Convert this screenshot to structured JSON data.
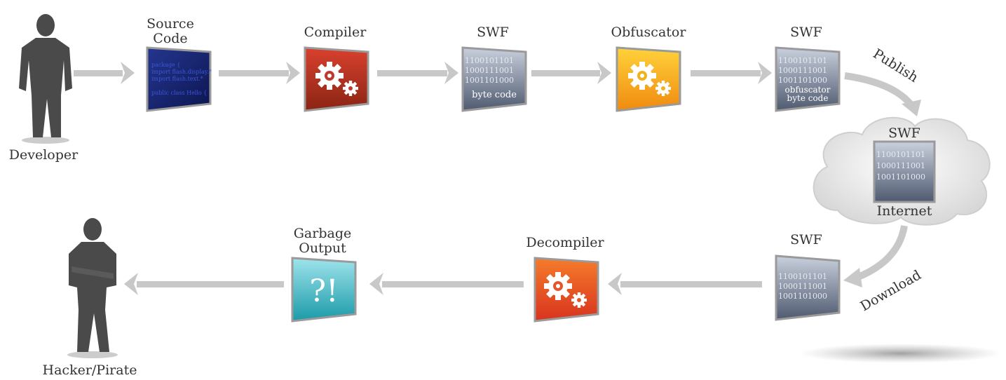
{
  "people": {
    "developer": "Developer",
    "hacker": "Hacker/Pirate"
  },
  "stages": {
    "source_title_line1": "Source",
    "source_title_line2": "Code",
    "source_code_lines": [
      "package {",
      "  import flash.display.*",
      "  import flash.text.*",
      "",
      "  public class Hello {"
    ],
    "compiler_title": "Compiler",
    "swf1_title": "SWF",
    "swf1_bits": [
      "1100101101",
      "1000111001",
      "1001101000"
    ],
    "swf1_caption": "byte code",
    "obfuscator_title": "Obfuscator",
    "swf2_title": "SWF",
    "swf2_bits": [
      "1100101101",
      "1000111001",
      "1001101000"
    ],
    "swf2_caption1": "obfuscator",
    "swf2_caption2": "byte code",
    "cloud_title": "SWF",
    "cloud_bits": [
      "1100101101",
      "1000111001",
      "1001101000"
    ],
    "cloud_caption": "Internet",
    "swf3_title": "SWF",
    "swf3_bits": [
      "1100101101",
      "1000111001",
      "1001101000"
    ],
    "decompiler_title": "Decompiler",
    "garbage_title_line1": "Garbage",
    "garbage_title_line2": "Output",
    "garbage_symbol": "?!"
  },
  "flow_labels": {
    "publish": "Publish",
    "download": "Download"
  },
  "colors": {
    "arrow": "#c8c8c8",
    "silhouette": "#4a4a4a",
    "compiler": "#c0392b",
    "obfuscator": "#f2b11c",
    "decompiler": "#e8542a",
    "garbage": "#3bb8c4",
    "source_panel": "#1a2a78",
    "swf_panel": "#9aa3b5"
  }
}
